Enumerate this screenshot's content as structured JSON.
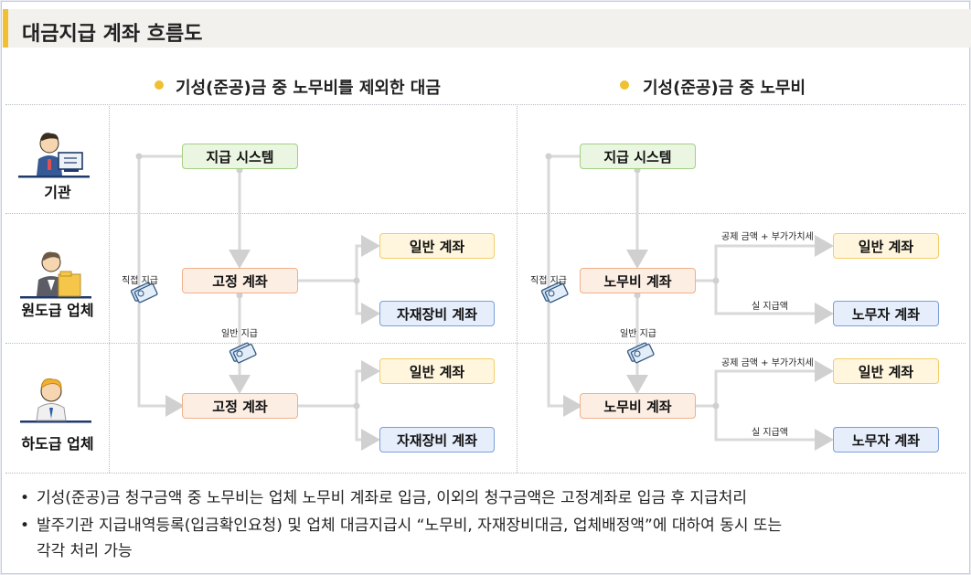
{
  "title": "대금지급 계좌 흐름도",
  "columns": {
    "left_header": "기성(준공)금 중 노무비를 제외한 대금",
    "right_header": "기성(준공)금 중 노무비"
  },
  "rows": {
    "org": "기관",
    "prime": "원도급 업체",
    "sub": "하도급 업체"
  },
  "left": {
    "system": "지급 시스템",
    "prime_account": "고정 계좌",
    "sub_account": "고정 계좌",
    "general1": "일반 계좌",
    "equip1": "자재장비 계좌",
    "general2": "일반 계좌",
    "equip2": "자재장비 계좌",
    "direct_pay": "직접 지급",
    "general_pay": "일반 지급"
  },
  "right": {
    "system": "지급 시스템",
    "prime_account": "노무비 계좌",
    "sub_account": "노무비 계좌",
    "general1": "일반 계좌",
    "labor1": "노무자 계좌",
    "general2": "일반 계좌",
    "labor2": "노무자 계좌",
    "direct_pay": "직접 지급",
    "general_pay": "일반 지급",
    "deduct1": "공제 금액 + 부가가치세",
    "actual1": "실 지급액",
    "deduct2": "공제 금액 + 부가가치세",
    "actual2": "실 지급액"
  },
  "notes": [
    "기성(준공)금 청구금액 중 노무비는 업체 노무비 계좌로 입금, 이외의 청구금액은 고정계좌로 입금 후 지급처리",
    "발주기관 지급내역등록(입금확인요청) 및 업체 대금지급시 “노무비, 자재장비대금, 업체배정액”에 대하여 동시 또는",
    "각각 처리 가능"
  ],
  "bullet_char": "•",
  "colors": {
    "accent": "#f0c030",
    "line": "#d9d9d9",
    "green_box": "#eaf5e2",
    "peach_box": "#fdeee4",
    "yellow_box": "#fff6dd",
    "blue_box": "#e6eefb"
  },
  "icons": [
    "person-computer-icon",
    "person-folder-icon",
    "person-tie-icon",
    "money-icon"
  ]
}
